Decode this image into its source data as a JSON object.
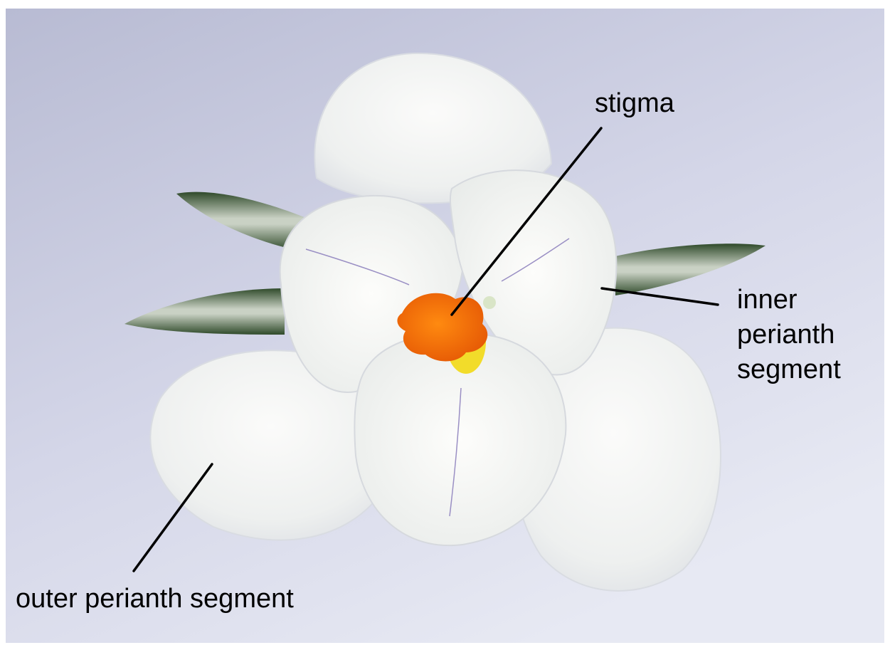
{
  "labels": {
    "stigma": "stigma",
    "inner_line1": "inner",
    "inner_line2": "perianth",
    "inner_line3": "segment",
    "outer": "outer perianth segment"
  },
  "colors": {
    "background": "#c9cbe0",
    "petal": "#f4f5f3",
    "stigma": "#f2720a",
    "pollen": "#f2dc2a",
    "leaf": "#3e5a36",
    "leader_line": "#000000"
  }
}
